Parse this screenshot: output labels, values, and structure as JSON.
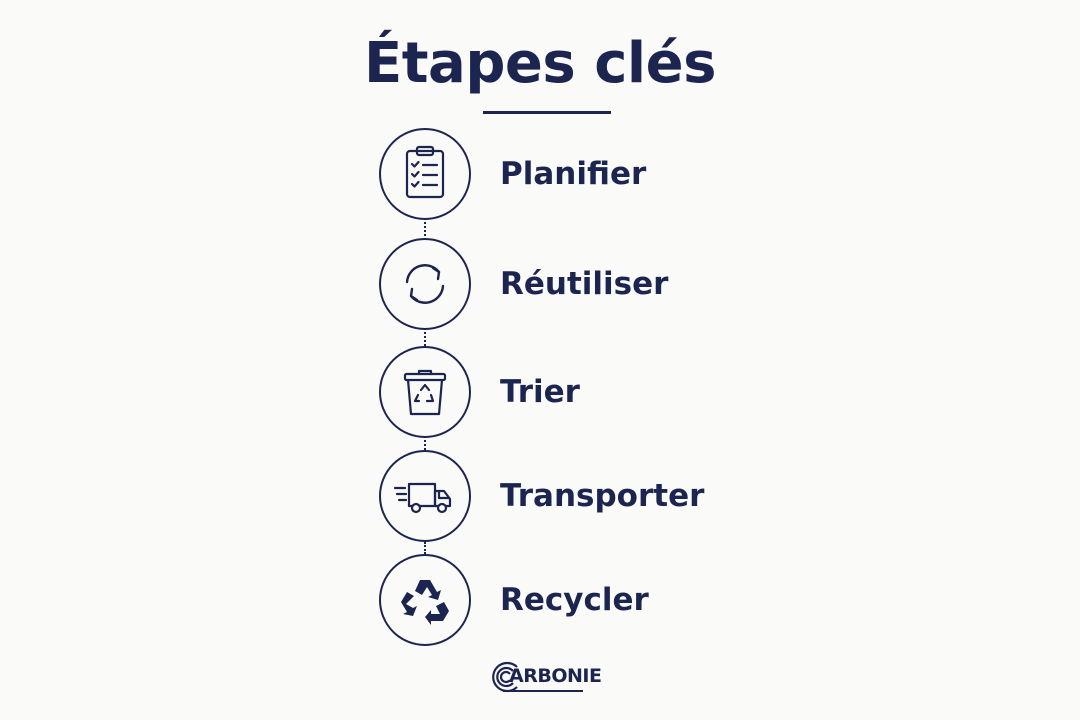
{
  "title": "Étapes clés",
  "steps": [
    {
      "label": "Planifier",
      "icon": "clipboard-checklist-icon"
    },
    {
      "label": "Réutiliser",
      "icon": "refresh-arrows-icon"
    },
    {
      "label": "Trier",
      "icon": "recycling-bin-icon"
    },
    {
      "label": "Transporter",
      "icon": "delivery-truck-icon"
    },
    {
      "label": "Recycler",
      "icon": "recycle-symbol-icon"
    }
  ],
  "logo": {
    "text": "ARBONIE",
    "initial": "C"
  },
  "colors": {
    "primary": "#1c2550",
    "background": "#fafaf8"
  }
}
